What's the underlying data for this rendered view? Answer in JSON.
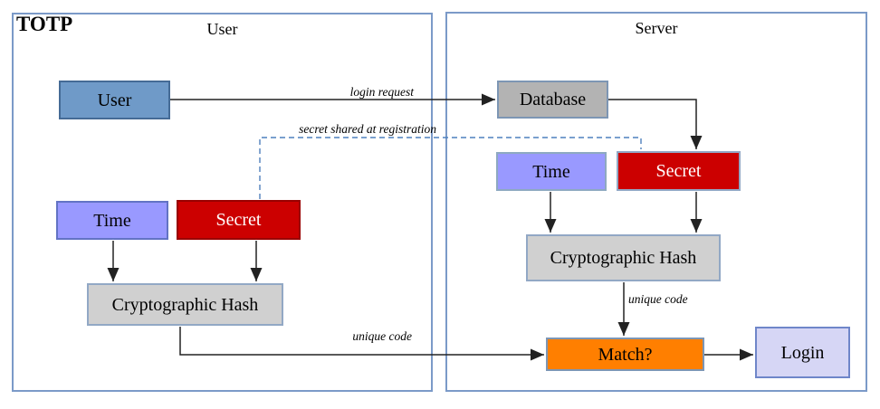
{
  "title": "TOTP",
  "panels": {
    "user": {
      "label": "User"
    },
    "server": {
      "label": "Server"
    }
  },
  "nodes": {
    "user": {
      "label": "User"
    },
    "database": {
      "label": "Database"
    },
    "time_user": {
      "label": "Time"
    },
    "secret_user": {
      "label": "Secret"
    },
    "hash_user": {
      "label": "Cryptographic Hash"
    },
    "time_server": {
      "label": "Time"
    },
    "secret_server": {
      "label": "Secret"
    },
    "hash_server": {
      "label": "Cryptographic Hash"
    },
    "match": {
      "label": "Match?"
    },
    "login": {
      "label": "Login"
    }
  },
  "edges": {
    "login_request": {
      "label": "login request"
    },
    "secret_shared": {
      "label": "secret shared at registration"
    },
    "unique_code_user": {
      "label": "unique code"
    },
    "unique_code_server": {
      "label": "unique code"
    }
  },
  "colors": {
    "panel_border": "#7b9ac8",
    "user_fill": "#6f9ac8",
    "time_fill": "#9999ff",
    "secret_fill": "#cc0000",
    "secret_text": "#ffffff",
    "hash_fill": "#d0d0d0",
    "database_fill": "#b3b3b3",
    "match_fill": "#ff7f00",
    "login_fill": "#d6d6f5",
    "dashed_line": "#4f81bd",
    "arrow": "#222222"
  }
}
